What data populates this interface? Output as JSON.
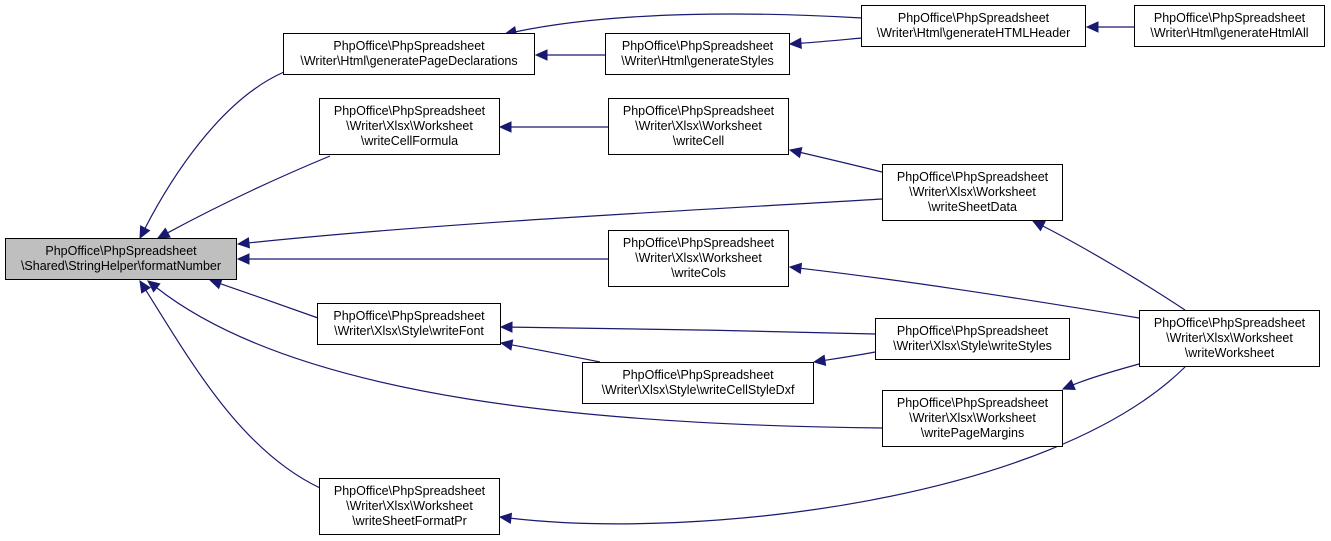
{
  "nodes": [
    {
      "id": "formatNumber",
      "root": true,
      "lines": [
        "PhpOffice\\PhpSpreadsheet",
        "\\Shared\\StringHelper\\formatNumber"
      ]
    },
    {
      "id": "generatePageDeclarations",
      "lines": [
        "PhpOffice\\PhpSpreadsheet",
        "\\Writer\\Html\\generatePageDeclarations"
      ]
    },
    {
      "id": "generateStyles",
      "lines": [
        "PhpOffice\\PhpSpreadsheet",
        "\\Writer\\Html\\generateStyles"
      ]
    },
    {
      "id": "generateHTMLHeader",
      "lines": [
        "PhpOffice\\PhpSpreadsheet",
        "\\Writer\\Html\\generateHTMLHeader"
      ]
    },
    {
      "id": "generateHtmlAll",
      "lines": [
        "PhpOffice\\PhpSpreadsheet",
        "\\Writer\\Html\\generateHtmlAll"
      ]
    },
    {
      "id": "writeCellFormula",
      "lines": [
        "PhpOffice\\PhpSpreadsheet",
        "\\Writer\\Xlsx\\Worksheet",
        "\\writeCellFormula"
      ]
    },
    {
      "id": "writeCell",
      "lines": [
        "PhpOffice\\PhpSpreadsheet",
        "\\Writer\\Xlsx\\Worksheet",
        "\\writeCell"
      ]
    },
    {
      "id": "writeSheetData",
      "lines": [
        "PhpOffice\\PhpSpreadsheet",
        "\\Writer\\Xlsx\\Worksheet",
        "\\writeSheetData"
      ]
    },
    {
      "id": "writeCols",
      "lines": [
        "PhpOffice\\PhpSpreadsheet",
        "\\Writer\\Xlsx\\Worksheet",
        "\\writeCols"
      ]
    },
    {
      "id": "writeFont",
      "lines": [
        "PhpOffice\\PhpSpreadsheet",
        "\\Writer\\Xlsx\\Style\\writeFont"
      ]
    },
    {
      "id": "writeStyles",
      "lines": [
        "PhpOffice\\PhpSpreadsheet",
        "\\Writer\\Xlsx\\Style\\writeStyles"
      ]
    },
    {
      "id": "writeCellStyleDxf",
      "lines": [
        "PhpOffice\\PhpSpreadsheet",
        "\\Writer\\Xlsx\\Style\\writeCellStyleDxf"
      ]
    },
    {
      "id": "writeWorksheet",
      "lines": [
        "PhpOffice\\PhpSpreadsheet",
        "\\Writer\\Xlsx\\Worksheet",
        "\\writeWorksheet"
      ]
    },
    {
      "id": "writePageMargins",
      "lines": [
        "PhpOffice\\PhpSpreadsheet",
        "\\Writer\\Xlsx\\Worksheet",
        "\\writePageMargins"
      ]
    },
    {
      "id": "writeSheetFormatPr",
      "lines": [
        "PhpOffice\\PhpSpreadsheet",
        "\\Writer\\Xlsx\\Worksheet",
        "\\writeSheetFormatPr"
      ]
    }
  ],
  "edges": [
    {
      "from": "generatePageDeclarations",
      "to": "formatNumber"
    },
    {
      "from": "writeCellFormula",
      "to": "formatNumber"
    },
    {
      "from": "writeSheetData",
      "to": "formatNumber"
    },
    {
      "from": "writeCols",
      "to": "formatNumber"
    },
    {
      "from": "writeFont",
      "to": "formatNumber"
    },
    {
      "from": "writePageMargins",
      "to": "formatNumber"
    },
    {
      "from": "writeSheetFormatPr",
      "to": "formatNumber"
    },
    {
      "from": "generateHTMLHeader",
      "to": "generatePageDeclarations"
    },
    {
      "from": "generateStyles",
      "to": "generatePageDeclarations"
    },
    {
      "from": "generateHTMLHeader",
      "to": "generateStyles"
    },
    {
      "from": "generateHtmlAll",
      "to": "generateHTMLHeader"
    },
    {
      "from": "writeCell",
      "to": "writeCellFormula"
    },
    {
      "from": "writeSheetData",
      "to": "writeCell"
    },
    {
      "from": "writeWorksheet",
      "to": "writeSheetData"
    },
    {
      "from": "writeWorksheet",
      "to": "writeCols"
    },
    {
      "from": "writeStyles",
      "to": "writeFont"
    },
    {
      "from": "writeCellStyleDxf",
      "to": "writeFont"
    },
    {
      "from": "writeStyles",
      "to": "writeCellStyleDxf"
    },
    {
      "from": "writeWorksheet",
      "to": "writePageMargins"
    },
    {
      "from": "writeWorksheet",
      "to": "writeSheetFormatPr"
    }
  ],
  "colors": {
    "edge": "#191970",
    "root_fill": "#bfbfbf",
    "node_border": "#000000"
  }
}
